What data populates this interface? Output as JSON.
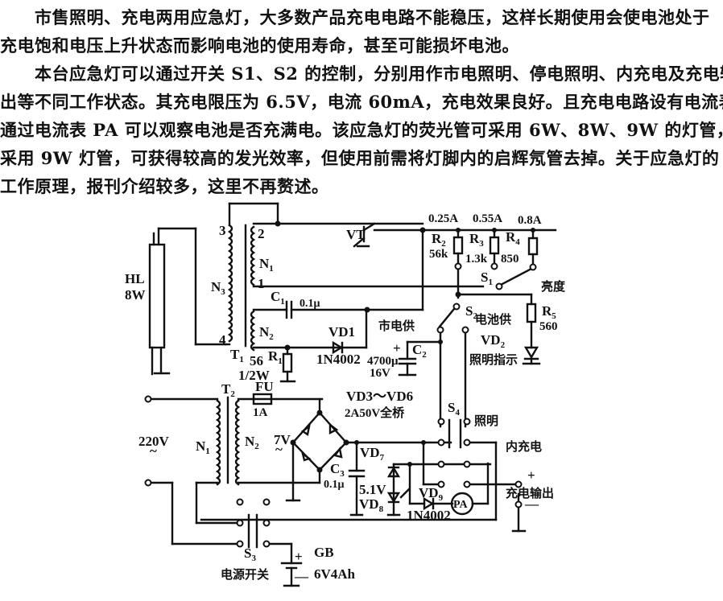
{
  "paragraphs": [
    {
      "lines": [
        "　　市售照明、充电两用应急灯，大多数产品充电电路不能稳压，这样长期使用会使电池处于",
        "充电饱和电压上升状态而影响电池的使用寿命，甚至可能损坏电池。"
      ]
    },
    {
      "lines": [
        "　　本台应急灯可以通过开关 S1、S2 的控制，分别用作市电照明、停电照明、内充电及充电输",
        "出等不同工作状态。其充电限压为 6.5V，电流 60mA，充电效果良好。且充电电路设有电流表，",
        "通过电流表 PA 可以观察电池是否充满电。该应急灯的荧光管可采用 6W、8W、9W 的灯管，如",
        "采用 9W 灯管，可获得较高的发光效率，但使用前需将灯脚内的启辉氖管去掉。关于应急灯的",
        "工作原理，报刊介绍较多，这里不再赘述。"
      ]
    }
  ],
  "schematic": {
    "lamp": {
      "ref": "HL",
      "value": "8W"
    },
    "t1": {
      "ref": "T",
      "sub": "1",
      "n3": "N",
      "n3_sub": "3",
      "n1": "N",
      "n1_sub": "1",
      "n2": "N",
      "n2_sub": "2",
      "pin3": "3",
      "pin4": "4",
      "pin2": "2",
      "pin1": "1"
    },
    "vt": {
      "ref": "VT"
    },
    "c1": {
      "ref": "C",
      "sub": "1",
      "value": "0.1μ"
    },
    "vd1": {
      "ref": "VD1",
      "value": "1N4002"
    },
    "r1": {
      "ref": "R",
      "sub": "1",
      "value1": "56",
      "value2": "1/2W"
    },
    "r2": {
      "ref": "R",
      "sub": "2",
      "value": "56k"
    },
    "r3": {
      "ref": "R",
      "sub": "3",
      "value": "1.3k"
    },
    "r4": {
      "ref": "R",
      "sub": "4",
      "value": "850"
    },
    "r5": {
      "ref": "R",
      "sub": "5",
      "value": "560"
    },
    "currents": [
      "0.25A",
      "0.55A",
      "0.8A"
    ],
    "s1": {
      "ref": "S",
      "sub": "1",
      "label": "亮度"
    },
    "s2": {
      "ref": "S",
      "sub": "2",
      "mains": "市电供",
      "battery": "电池供"
    },
    "c2": {
      "ref": "C",
      "sub": "2",
      "value1": "4700μ",
      "value2": "16V",
      "plus": "+"
    },
    "vd2": {
      "ref": "VD",
      "sub": "2",
      "label": "照明指示"
    },
    "t2": {
      "ref": "T",
      "sub": "2",
      "n1": "N",
      "n1_sub": "1",
      "n2": "N",
      "n2_sub": "2",
      "input": "220V",
      "ac": "~"
    },
    "fu": {
      "ref": "FU",
      "value": "1A"
    },
    "bridge": {
      "label1": "VD3～VD6",
      "label2": "2A50V全桥",
      "ac_v": "7V",
      "ac": "~"
    },
    "vd7": {
      "ref": "VD",
      "sub": "7"
    },
    "c3": {
      "ref": "C",
      "sub": "3",
      "value": "0.1μ"
    },
    "vd8": {
      "ref": "VD",
      "sub": "8",
      "value": "5.1V"
    },
    "vd9": {
      "ref": "VD",
      "sub": "9",
      "value": "1N4002"
    },
    "pa": {
      "ref": "PA"
    },
    "s4": {
      "ref": "S",
      "sub": "4",
      "lighting": "照明",
      "internal": "内充电"
    },
    "output": {
      "label": "充电输出",
      "plus": "+",
      "minus": "—"
    },
    "s3": {
      "ref": "S",
      "sub": "3",
      "label": "电源开关"
    },
    "gb": {
      "ref": "GB",
      "value": "6V4Ah",
      "plus": "+",
      "minus": "—"
    }
  }
}
